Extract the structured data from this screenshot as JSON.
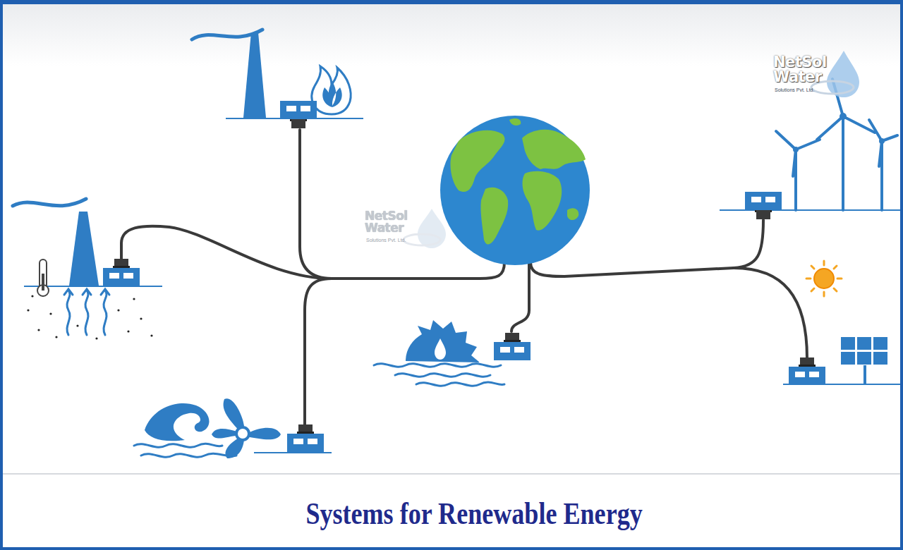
{
  "diagram": {
    "caption": "Systems for Renewable Energy",
    "labels": [
      "NetSol Water",
      "Solutions Pvt. Ltd.",
      "NetSol Water",
      "Solutions Pvt. Ltd."
    ]
  }
}
